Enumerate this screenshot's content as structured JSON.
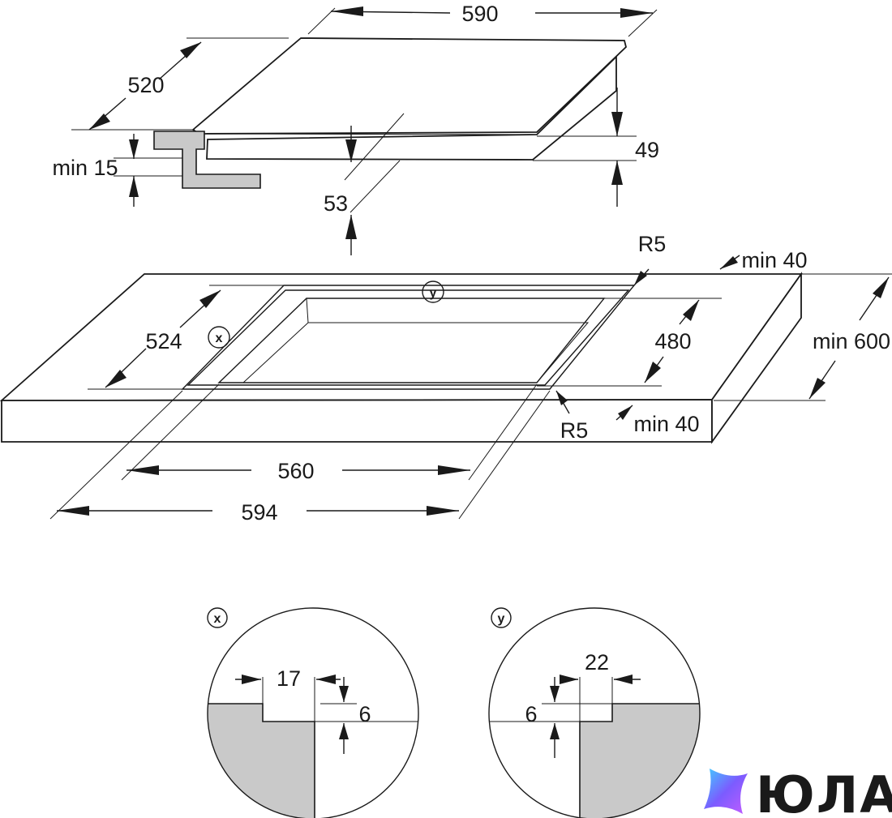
{
  "hob": {
    "width": "590",
    "depth": "520",
    "height": "49",
    "insert_depth": "53",
    "min_thickness": "min 15"
  },
  "cutout": {
    "depth": "524",
    "inner_depth": "480",
    "inner_width": "560",
    "width": "594",
    "radius_top": "R5",
    "radius_bottom": "R5",
    "min_back": "min 40",
    "min_front": "min 40",
    "min_worktop": "min 600",
    "callout_x": "x",
    "callout_y": "y"
  },
  "detail_x": {
    "label": "x",
    "width": "17",
    "depth": "6"
  },
  "detail_y": {
    "label": "y",
    "width": "22",
    "depth": "6"
  },
  "brand": {
    "name": "ЮЛА",
    "colors": [
      "#7b5cff",
      "#3fd0ff",
      "#b35cff"
    ]
  }
}
